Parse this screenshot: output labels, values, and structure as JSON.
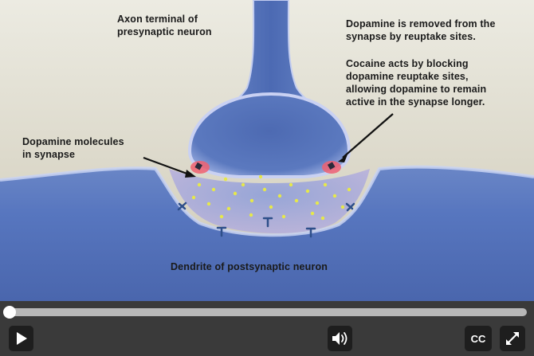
{
  "labels": {
    "axon_terminal": "Axon terminal of\npresynaptic neuron",
    "reuptake": "Dopamine is removed from the\nsynapse by reuptake sites.",
    "cocaine": "Cocaine acts by blocking\ndopamine reuptake sites,\nallowing dopamine to remain\nactive in the synapse longer.",
    "dopamine_molecules": "Dopamine molecules\nin synapse",
    "dendrite": "Dendrite of postsynaptic neuron"
  },
  "player": {
    "progress": 0,
    "cc_label": "CC",
    "icons": {
      "play": "play-icon",
      "volume": "speaker-icon",
      "fullscreen": "expand-icon"
    }
  },
  "colors": {
    "background_top": "#ecebe2",
    "background_mid": "#c9c3ad",
    "neuron_body": "#4f6fb8",
    "membrane_glow": "#c5cdf0",
    "dopamine": "#e6e84a",
    "reuptake_site": "#f06070",
    "receptor": "#2e4f8a",
    "control_bar": "#3a3a3a",
    "control_button": "#1e1e1e"
  }
}
